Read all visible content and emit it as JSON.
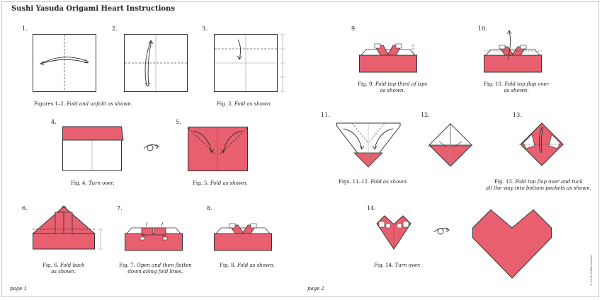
{
  "title": "Sushi Yasuda Origami Heart Instructions",
  "colors": {
    "pink": "#e8606f",
    "paper": "#ffffff",
    "line": "#333333"
  },
  "steps": {
    "s1": "1.",
    "s2": "2.",
    "s3": "3.",
    "s4": "4.",
    "s5": "5.",
    "s6": "6.",
    "s7": "7.",
    "s8": "8.",
    "s9": "9.",
    "s10": "10.",
    "s11": "11.",
    "s12": "12.",
    "s13": "13.",
    "s14": "14."
  },
  "captions": {
    "c12_a": "Figures 1–2.",
    "c12_b": "Fold and unfold as shown.",
    "c3_a": "Fig. 3.",
    "c3_b": "Fold as shown.",
    "c4_a": "Fig. 4.",
    "c4_b": "Turn over.",
    "c5_a": "Fig. 5.",
    "c5_b": "Fold as shown.",
    "c6_a": "Fig. 6.",
    "c6_b": "Fold back",
    "c6_c": "as shown.",
    "c7_a": "Fig. 7.",
    "c7_b": "Open and then flatten",
    "c7_c": "down along fold lines.",
    "c8_a": "Fig. 8.",
    "c8_b": "Fold as shown.",
    "c9_a": "Fig. 9.",
    "c9_b": "Fold top third of tips",
    "c9_c": "as shown.",
    "c10_a": "Fig. 10.",
    "c10_b": "Fold top flap over",
    "c10_c": "as shown.",
    "c1112_a": "Figs. 11–12.",
    "c1112_b": "Fold as shown.",
    "c13_a": "Fig. 13.",
    "c13_b": "Fold top flap over and tuck",
    "c13_c": "all the way into bottom pockets as shown.",
    "c14_a": "Fig. 14.",
    "c14_b": "Turn over."
  },
  "pages": {
    "left": "page 1",
    "right": "page 2"
  },
  "copyright": "© 2010 Sushi Yasuda"
}
